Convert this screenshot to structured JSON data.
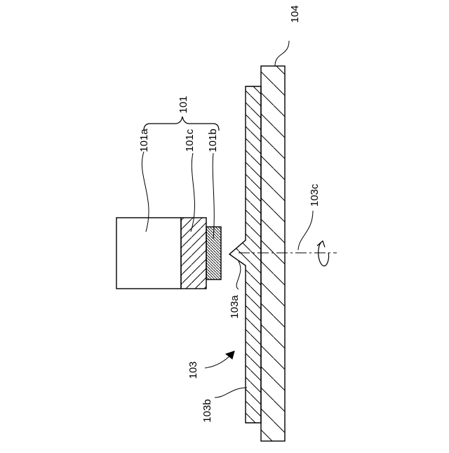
{
  "labels": {
    "l104": "104",
    "l101": "101",
    "l101a": "101a",
    "l101c": "101c",
    "l101b": "101b",
    "l103c": "103c",
    "l103a": "103a",
    "l103": "103",
    "l103b": "103b"
  },
  "colors": {
    "stroke": "#000000",
    "background": "#ffffff"
  }
}
